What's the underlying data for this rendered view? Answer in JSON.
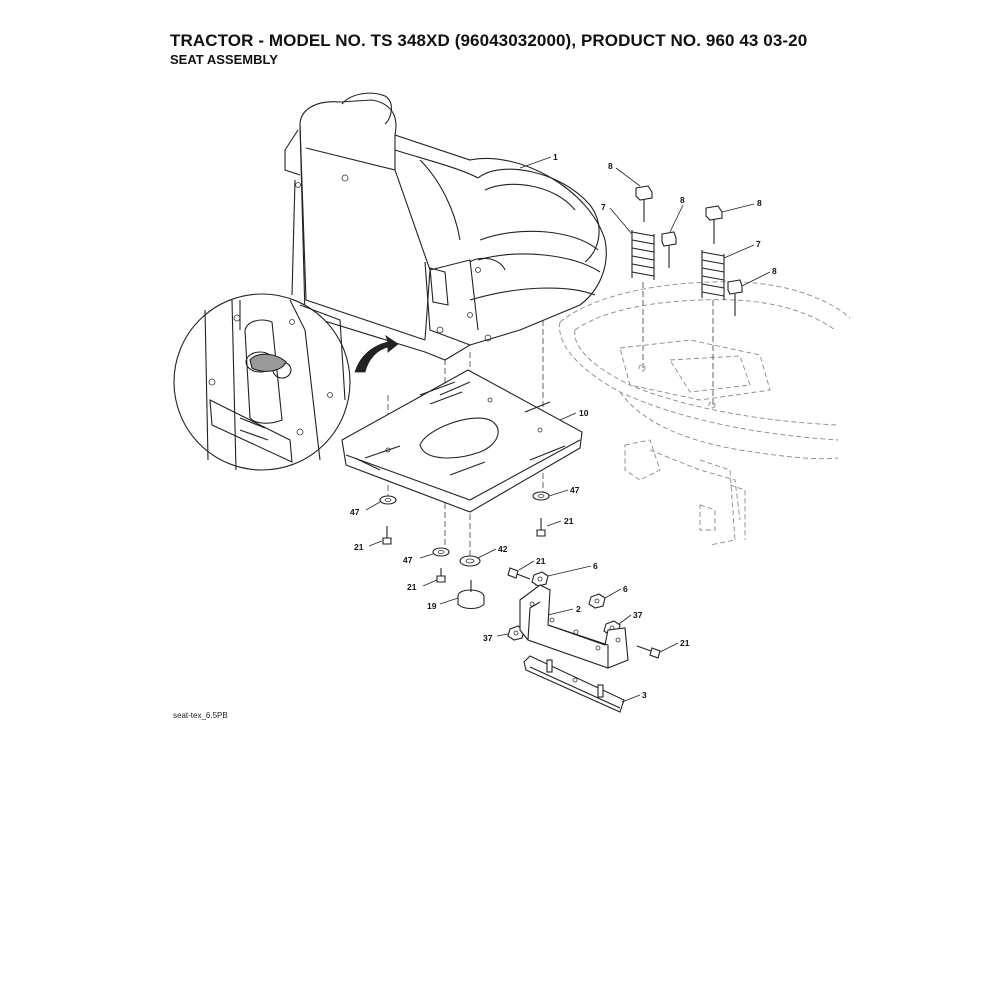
{
  "header": {
    "title": "TRACTOR - MODEL NO. TS 348XD (96043032000), PRODUCT NO. 960 43 03-20",
    "subtitle": "SEAT ASSEMBLY"
  },
  "footer": {
    "drawing_id": "seat-tex_6.5PB"
  },
  "callouts": [
    "1",
    "8",
    "7",
    "8",
    "8",
    "7",
    "8",
    "10",
    "47",
    "47",
    "21",
    "21",
    "47",
    "42",
    "21",
    "21",
    "6",
    "6",
    "19",
    "2",
    "37",
    "37",
    "21",
    "3"
  ]
}
